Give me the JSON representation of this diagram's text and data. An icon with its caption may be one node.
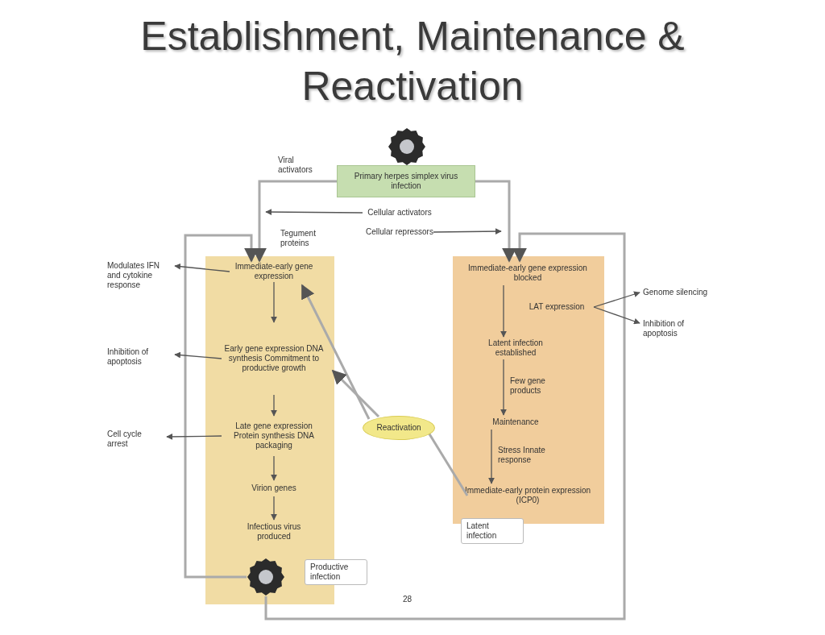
{
  "diagram": {
    "title": "Establishment, Maintenance & Reactivation",
    "nodes": [
      {
        "text": [
          "Primary herpes simplex virus infection"
        ]
      },
      {
        "text": [
          "Productive infection"
        ]
      },
      {
        "text": [
          "Immediate-early gene expression"
        ],
        "in": 1
      },
      {
        "text": [
          "Early gene expression DNA synthesis Commitment to productive growth"
        ],
        "in": 1
      },
      {
        "text": [
          "Late gene expression Protein synthesis DNA packaging"
        ],
        "in": 1
      },
      {
        "text": [
          "Virion genes"
        ],
        "in": 1
      },
      {
        "text": [
          "Infectious virus produced"
        ],
        "in": 1
      },
      {
        "text": [],
        "shape": "circle",
        "in": 1
      },
      {
        "text": [
          "Latent infection"
        ]
      },
      {
        "text": [
          "Immediate-early gene expression blocked"
        ],
        "in": 8
      },
      {
        "text": [
          "LAT expression"
        ],
        "in": 8
      },
      {
        "text": [
          "Latent infection established"
        ],
        "in": 8
      },
      {
        "text": [
          "Maintenance"
        ],
        "in": 8
      },
      {
        "text": [
          "Immediate-early protein expression (ICP0)"
        ],
        "in": 8
      },
      {
        "text": [
          "Modulates IFN and cytokine response"
        ]
      },
      {
        "text": [
          "Inhibition of apoptosis"
        ]
      },
      {
        "text": [
          "Cell cycle arrest"
        ]
      },
      {
        "text": [
          "Genome silencing"
        ]
      },
      {
        "text": [
          "Inhibition of apoptosis"
        ]
      },
      {
        "text": [
          "Cellular activators"
        ]
      },
      {
        "text": [
          "Cellular repressors"
        ]
      },
      {
        "text": [
          "Reactivation"
        ]
      }
    ],
    "edges": [
      {
        "from": 0,
        "to": 2,
        "arrow": "to",
        "style": "thick",
        "color": "#aaaaaa"
      },
      {
        "from": 0,
        "to": 9,
        "arrow": "to",
        "style": "thick",
        "color": "#aaaaaa"
      },
      {
        "from": 19,
        "to": null,
        "arrow": "to"
      },
      {
        "from": 20,
        "to": null,
        "arrow": "to"
      },
      {
        "from": 7,
        "to": 2,
        "arrow": "to",
        "style": "thick",
        "color": "#aaaaaa"
      },
      {
        "from": 7,
        "to": 9,
        "arrow": "to",
        "style": "thick",
        "color": "#aaaaaa"
      },
      {
        "from": 2,
        "to": 3,
        "arrow": "to"
      },
      {
        "from": 3,
        "to": 4,
        "arrow": "to"
      },
      {
        "from": 4,
        "to": 5,
        "arrow": "to"
      },
      {
        "from": 5,
        "to": 6,
        "arrow": "to"
      },
      {
        "from": 2,
        "to": 14,
        "arrow": "to"
      },
      {
        "from": 3,
        "to": 15,
        "arrow": "to"
      },
      {
        "from": 4,
        "to": 16,
        "arrow": "to"
      },
      {
        "from": 9,
        "to": 11,
        "arrow": "to"
      },
      {
        "from": 10,
        "to": 17,
        "arrow": "to"
      },
      {
        "from": 10,
        "to": 18,
        "arrow": "to"
      },
      {
        "from": 11,
        "to": 12,
        "arrow": "to",
        "label": "Few gene products"
      },
      {
        "from": 12,
        "to": 13,
        "arrow": "to",
        "label": "Stress Innate response"
      },
      {
        "from": 13,
        "to": 21,
        "arrow": "none",
        "style": "thick",
        "color": "#aaaaaa"
      },
      {
        "from": 21,
        "to": 2,
        "arrow": "to",
        "style": "thick",
        "color": "#aaaaaa"
      },
      {
        "from": 21,
        "to": 3,
        "arrow": "to",
        "style": "thick",
        "color": "#aaaaaa"
      }
    ],
    "labels": [
      "Viral activators",
      "Tegument proteins",
      "28"
    ]
  }
}
